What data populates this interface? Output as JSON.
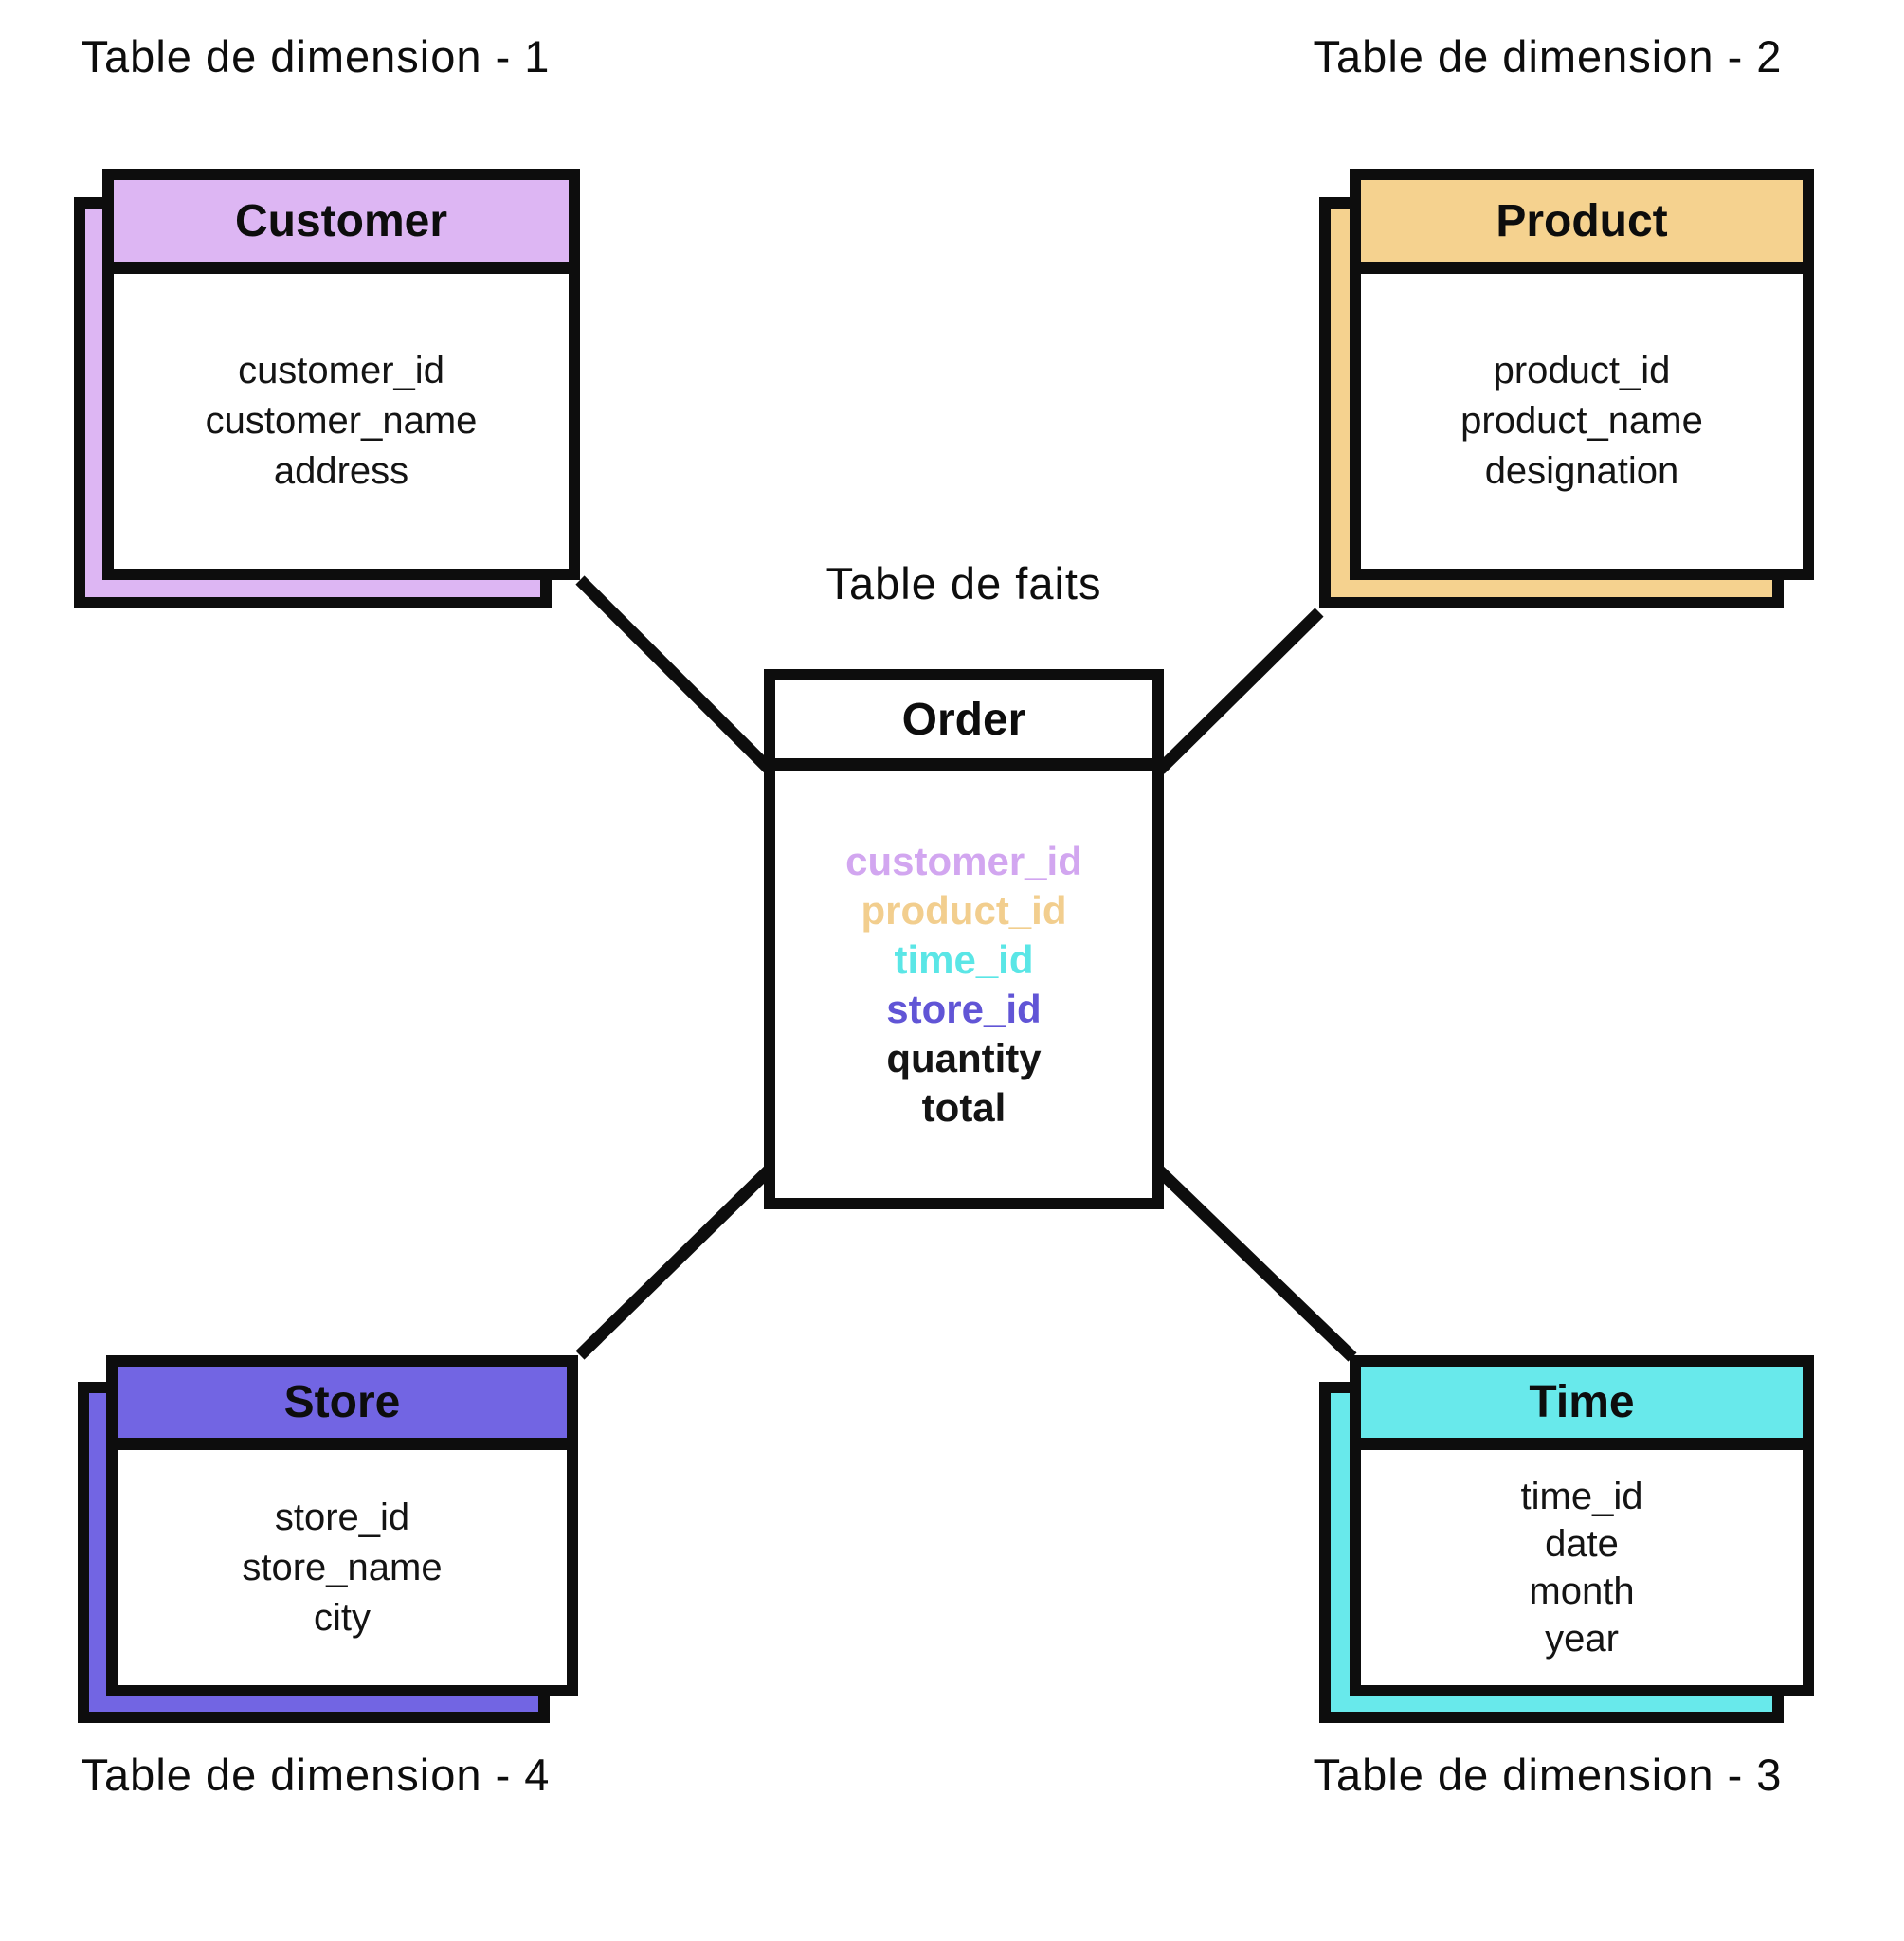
{
  "labels": {
    "dim1": "Table de dimension - 1",
    "dim2": "Table de dimension - 2",
    "dim3": "Table de dimension - 3",
    "dim4": "Table de dimension - 4",
    "fact": "Table de faits"
  },
  "colors": {
    "customer": "#DDB6F3",
    "product": "#F5D28F",
    "store": "#7265E3",
    "time": "#68E9EB",
    "line": "#0d0d0d"
  },
  "tables": {
    "customer": {
      "title": "Customer",
      "fields": [
        "customer_id",
        "customer_name",
        "address"
      ]
    },
    "product": {
      "title": "Product",
      "fields": [
        "product_id",
        "product_name",
        "designation"
      ]
    },
    "store": {
      "title": "Store",
      "fields": [
        "store_id",
        "store_name",
        "city"
      ]
    },
    "time": {
      "title": "Time",
      "fields": [
        "time_id",
        "date",
        "month",
        "year"
      ]
    },
    "order": {
      "title": "Order",
      "fields": [
        {
          "name": "customer_id",
          "color": "#D2A6F0"
        },
        {
          "name": "product_id",
          "color": "#F2CE8E"
        },
        {
          "name": "time_id",
          "color": "#5AE6E6"
        },
        {
          "name": "store_id",
          "color": "#6155D6"
        },
        {
          "name": "quantity",
          "color": "#141414"
        },
        {
          "name": "total",
          "color": "#141414"
        }
      ]
    }
  }
}
